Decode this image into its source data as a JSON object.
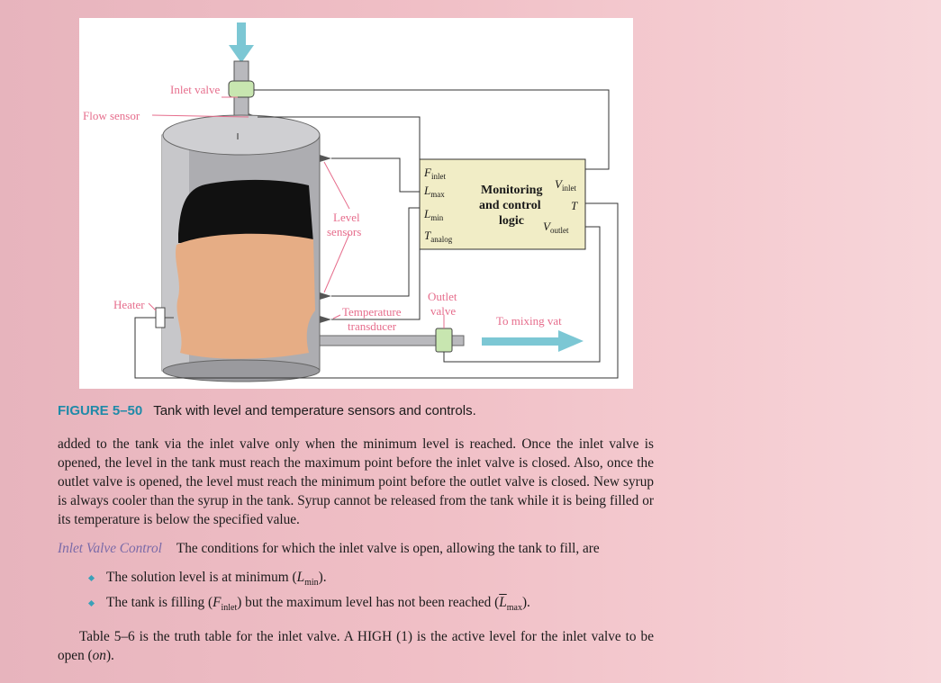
{
  "figure": {
    "labels": {
      "inlet_valve": "Inlet valve",
      "flow_sensor": "Flow sensor",
      "level_sensors_1": "Level",
      "level_sensors_2": "sensors",
      "heater": "Heater",
      "temperature_1": "Temperature",
      "temperature_2": "transducer",
      "outlet_1": "Outlet",
      "outlet_2": "valve",
      "to_mixing_vat": "To mixing vat"
    },
    "logic_box": {
      "title_1": "Monitoring",
      "title_2": "and control",
      "title_3": "logic",
      "inputs": [
        {
          "base": "F",
          "sub": "inlet"
        },
        {
          "base": "L",
          "sub": "max"
        },
        {
          "base": "L",
          "sub": "min"
        },
        {
          "base": "T",
          "sub": "analog"
        }
      ],
      "outputs": [
        {
          "base": "V",
          "sub": "inlet"
        },
        {
          "base": "T",
          "sub": ""
        },
        {
          "base": "V",
          "sub": "outlet"
        }
      ]
    },
    "colors": {
      "syrup": "#e6ad85",
      "tank_top": "#c9c9cc",
      "tank_body": "#b0b0b4",
      "valve": "#c8e6b0",
      "arrow": "#7cc7d4",
      "logic_box": "#f1edc6",
      "label": "#e66d8c"
    }
  },
  "caption": {
    "number": "FIGURE 5–50",
    "text": "Tank with level and temperature sensors and controls."
  },
  "body": {
    "para1": "added to the tank via the inlet valve only when the minimum level is reached. Once the inlet valve is opened, the level in the tank must reach the maximum point before the inlet valve is closed. Also, once the outlet valve is opened, the level must reach the minimum point before the outlet valve is closed. New syrup is always cooler than the syrup in the tank. Syrup cannot be released from the tank while it is being filled or its temperature is below the specified value.",
    "subhead": "Inlet Valve Control",
    "para2": "The conditions for which the inlet valve is open, allowing the tank to fill, are",
    "bullet1_pre": "The solution level is at minimum (",
    "bullet1_sym": "L",
    "bullet1_sub": "min",
    "bullet1_post": ").",
    "bullet2_pre": "The tank is filling (",
    "bullet2_sym": "F",
    "bullet2_sub": "inlet",
    "bullet2_mid": ") but the maximum level has not been reached (",
    "bullet2_sym2": "L",
    "bullet2_sub2": "max",
    "bullet2_post": ").",
    "para3_pre": "Table 5–6 is the truth table for the inlet valve. A HIGH (1) is the active level for the inlet valve to be open (",
    "para3_em": "on",
    "para3_post": ")."
  }
}
